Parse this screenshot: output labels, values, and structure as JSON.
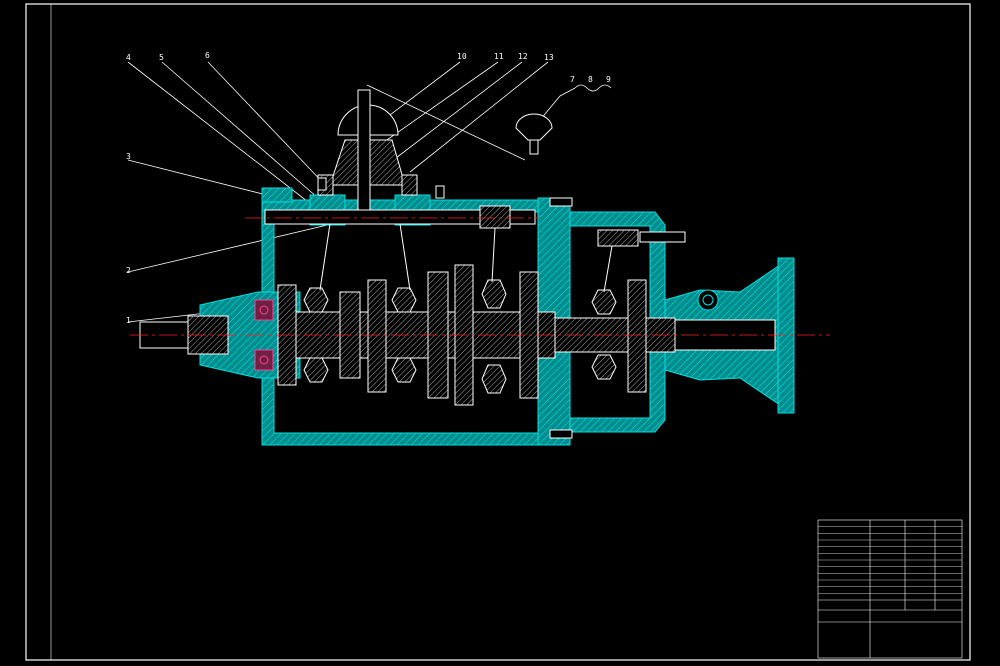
{
  "drawing": {
    "callouts": [
      "1",
      "2",
      "3",
      "4",
      "5",
      "6",
      "7",
      "8",
      "9",
      "10",
      "11",
      "12",
      "13"
    ],
    "title_block": {
      "title": "",
      "rows": 12
    },
    "colors": {
      "background": "#000000",
      "frame": "#ffffff",
      "housing": "#00c8c8",
      "centerline": "#ff2020",
      "part": "#ffffff",
      "bearing": "#c02060"
    }
  }
}
